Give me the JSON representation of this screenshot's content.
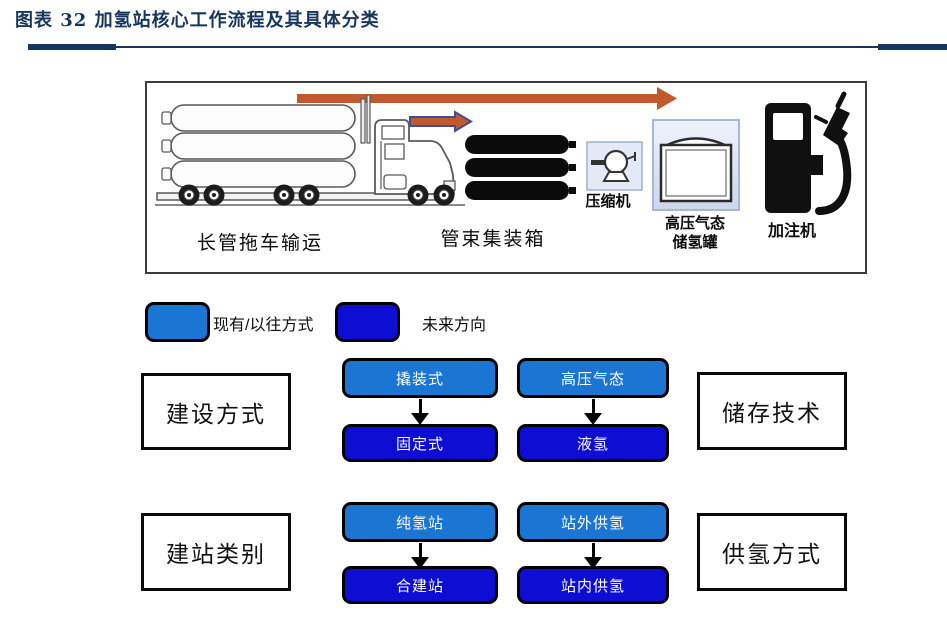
{
  "header": {
    "title": "图表 32 加氢站核心工作流程及其具体分类"
  },
  "colors": {
    "title_navy": "#17365D",
    "existing_blue": "#1A75D3",
    "future_blue": "#0E0DD3",
    "arrow_orange": "#C05A2B",
    "arrow_outline_navy": "#3F4E94",
    "icon_panel_blue": "#E3EAF5"
  },
  "illustration": {
    "labels": {
      "truck": "长管拖车输运",
      "tube_bundle": "管束集装箱",
      "compressor": "压缩机",
      "storage_tank_line1": "高压气态",
      "storage_tank_line2": "储氢罐",
      "dispenser": "加注机"
    },
    "icons": [
      "tube-trailer-truck-icon",
      "flow-arrow-long-icon",
      "flow-arrow-short-icon",
      "tube-bundle-icon",
      "compressor-icon",
      "storage-tank-icon",
      "fuel-dispenser-icon"
    ]
  },
  "legend": {
    "items": [
      {
        "label": "现有/以往方式",
        "color": "#1A75D3"
      },
      {
        "label": "未来方向",
        "color": "#0E0DD3"
      }
    ]
  },
  "categories": [
    {
      "label": "建设方式"
    },
    {
      "label": "储存技术"
    },
    {
      "label": "建站类别"
    },
    {
      "label": "供氢方式"
    }
  ],
  "flows": [
    {
      "current": "撬装式",
      "future": "固定式"
    },
    {
      "current": "高压气态",
      "future": "液氢"
    },
    {
      "current": "纯氢站",
      "future": "合建站"
    },
    {
      "current": "站外供氢",
      "future": "站内供氢"
    }
  ]
}
